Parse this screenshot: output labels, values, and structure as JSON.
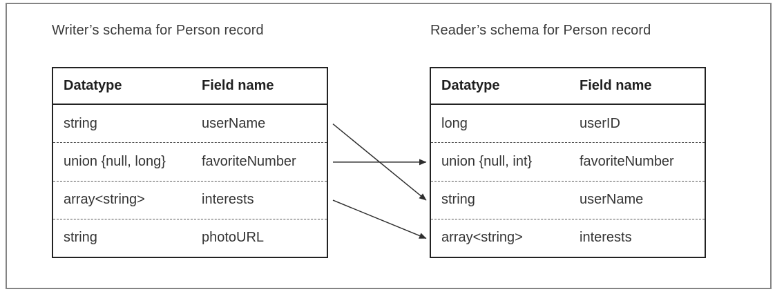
{
  "writer": {
    "title": "Writer’s schema for Person record",
    "columns": {
      "datatype": "Datatype",
      "field": "Field name"
    },
    "rows": [
      {
        "datatype": "string",
        "field": "userName"
      },
      {
        "datatype": "union {null, long}",
        "field": "favoriteNumber"
      },
      {
        "datatype": "array<string>",
        "field": "interests"
      },
      {
        "datatype": "string",
        "field": "photoURL"
      }
    ]
  },
  "reader": {
    "title": "Reader’s schema for Person record",
    "columns": {
      "datatype": "Datatype",
      "field": "Field name"
    },
    "rows": [
      {
        "datatype": "long",
        "field": "userID"
      },
      {
        "datatype": "union {null, int}",
        "field": "favoriteNumber"
      },
      {
        "datatype": "string",
        "field": "userName"
      },
      {
        "datatype": "array<string>",
        "field": "interests"
      }
    ]
  },
  "arrows": [
    {
      "name": "userName-mapping",
      "from_row": 0,
      "to_row": 2
    },
    {
      "name": "favoriteNumber-mapping",
      "from_row": 1,
      "to_row": 1
    },
    {
      "name": "interests-mapping",
      "from_row": 2,
      "to_row": 3
    }
  ],
  "colors": {
    "table_border": "#222222",
    "frame_border": "#848484",
    "text": "#343434",
    "arrow": "#2e2e2e",
    "background": "#ffffff"
  }
}
